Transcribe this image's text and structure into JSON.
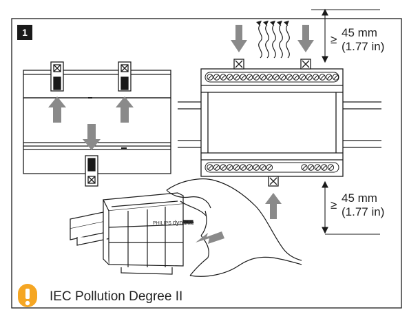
{
  "step": {
    "number": "1"
  },
  "dimensions": {
    "top": {
      "symbol": "≥",
      "metric": "45 mm",
      "imperial": "(1.77 in)"
    },
    "bottom": {
      "symbol": "≥",
      "metric": "45 mm",
      "imperial": "(1.77 in)"
    }
  },
  "device": {
    "brand_small": "PHILIPS",
    "brand_main": "dynalite"
  },
  "note": {
    "icon": "warning-icon",
    "text": "IEC Pollution Degree II",
    "icon_color": "#f5a623"
  },
  "colors": {
    "arrow": "#8a8a8a",
    "line": "#1a1a1a"
  }
}
